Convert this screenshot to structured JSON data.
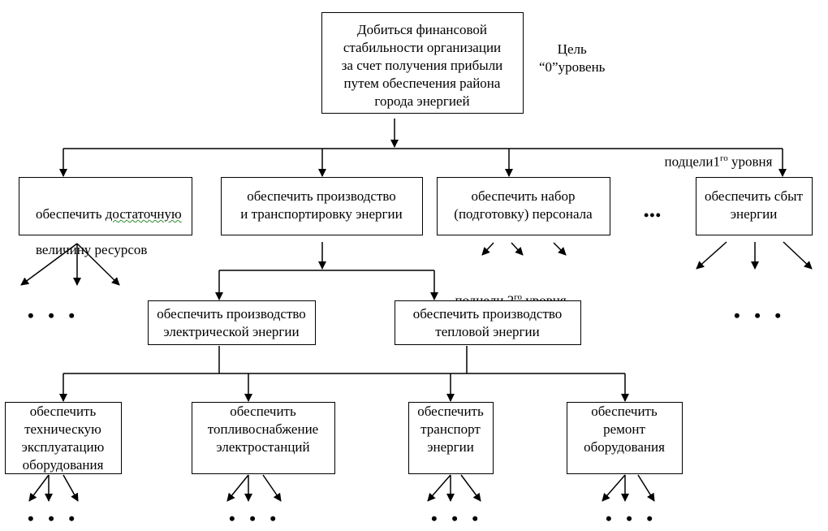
{
  "goal": {
    "text": "Добиться финансовой\nстабильности организации\nза счет получения прибыли\nпутем обеспечения района\nгорода энергией",
    "label": "Цель\n“0”уровень"
  },
  "level1": {
    "caption_base": "подцели1",
    "caption_sup": "го",
    "caption_tail": " уровня",
    "box1_pre": "обеспечить ",
    "box1_underlined": "достаточную",
    "box1_line2": "величину ресурсов",
    "box2": "обеспечить производство\nи транспортировку энергии",
    "box3": "обеспечить набор\n(подготовку) персонала",
    "box4": "обеспечить сбыт\nэнергии",
    "ellipsis_middle": "•••"
  },
  "level2": {
    "caption_base": "подцели 2",
    "caption_sup": "го",
    "caption_tail": " уровня",
    "electric": "обеспечить производство\nэлектрической энергии",
    "thermal": "обеспечить производство\nтепловой энергии"
  },
  "level3": {
    "maintenance": "обеспечить\nтехническую\nэксплуатацию\nоборудования",
    "fuel": "обеспечить\nтопливоснабжение\nэлектростанций",
    "transport": "обеспечить\nтранспорт\nэнергии",
    "repair": "обеспечить\nремонт\nоборудования"
  },
  "ellipsis": "• • •"
}
